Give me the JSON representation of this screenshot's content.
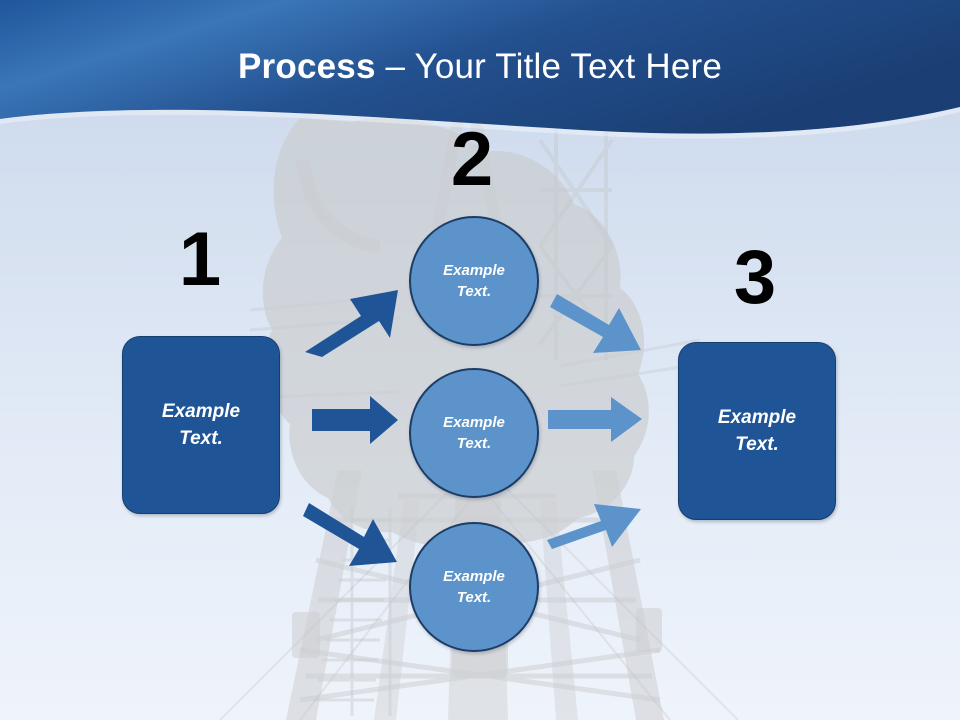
{
  "slide": {
    "title_strong": "Process",
    "title_separator": " – ",
    "title_light": "Your Title Text Here",
    "background_description": "faded grey radio tower lattice watermark",
    "colors": {
      "header_blue_dark": "#1b4d8f",
      "header_blue_light": "#3f79bc",
      "box_fill": "#1f5596",
      "box_border": "#173f6e",
      "circle_fill": "#5b93ca",
      "circle_border": "#1d3d66",
      "arrow_dark": "#1f5596",
      "arrow_light": "#5b93ca",
      "number_color": "#000000",
      "background_top": "#cfdcee",
      "background_bottom": "#eef3fa"
    }
  },
  "steps": {
    "numbers": [
      {
        "id": "1",
        "label": "1"
      },
      {
        "id": "2",
        "label": "2"
      },
      {
        "id": "3",
        "label": "3"
      }
    ]
  },
  "boxes": {
    "start": {
      "label": "Example\nText."
    },
    "end": {
      "label": "Example\nText."
    }
  },
  "circles": [
    {
      "label": "Example\nText."
    },
    {
      "label": "Example\nText."
    },
    {
      "label": "Example\nText."
    }
  ],
  "arrows": [
    {
      "name": "arrow-start-to-circle-1",
      "direction": "up-right",
      "color": "#1f5596"
    },
    {
      "name": "arrow-start-to-circle-2",
      "direction": "right",
      "color": "#1f5596"
    },
    {
      "name": "arrow-start-to-circle-3",
      "direction": "down-right",
      "color": "#1f5596"
    },
    {
      "name": "arrow-circle-1-to-end",
      "direction": "down-right",
      "color": "#5b93ca"
    },
    {
      "name": "arrow-circle-2-to-end",
      "direction": "right",
      "color": "#5b93ca"
    },
    {
      "name": "arrow-circle-3-to-end",
      "direction": "up-right",
      "color": "#5b93ca"
    }
  ]
}
